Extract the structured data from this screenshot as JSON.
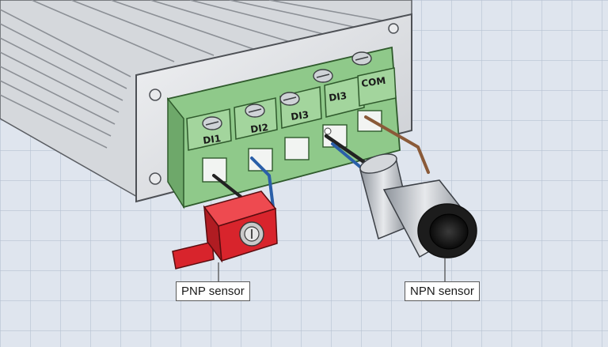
{
  "terminals": [
    {
      "id": "di1",
      "label": "DI1"
    },
    {
      "id": "di2",
      "label": "DI2"
    },
    {
      "id": "di3a",
      "label": "DI3"
    },
    {
      "id": "di3b",
      "label": "DI3"
    },
    {
      "id": "com",
      "label": "COM"
    }
  ],
  "sensors": {
    "pnp_label": "PNP sensor",
    "npn_label": "NPN sensor"
  },
  "colors": {
    "background": "#dfe5ee",
    "grid": "#b6c1d2",
    "terminal_block": "#8fc98a",
    "housing": "#e4e6e9",
    "wire_blue": "#2a5fa8",
    "wire_brown": "#8a5a38",
    "wire_black": "#222222",
    "pnp_body": "#d8242c",
    "npn_body": "#b8bdc4"
  }
}
